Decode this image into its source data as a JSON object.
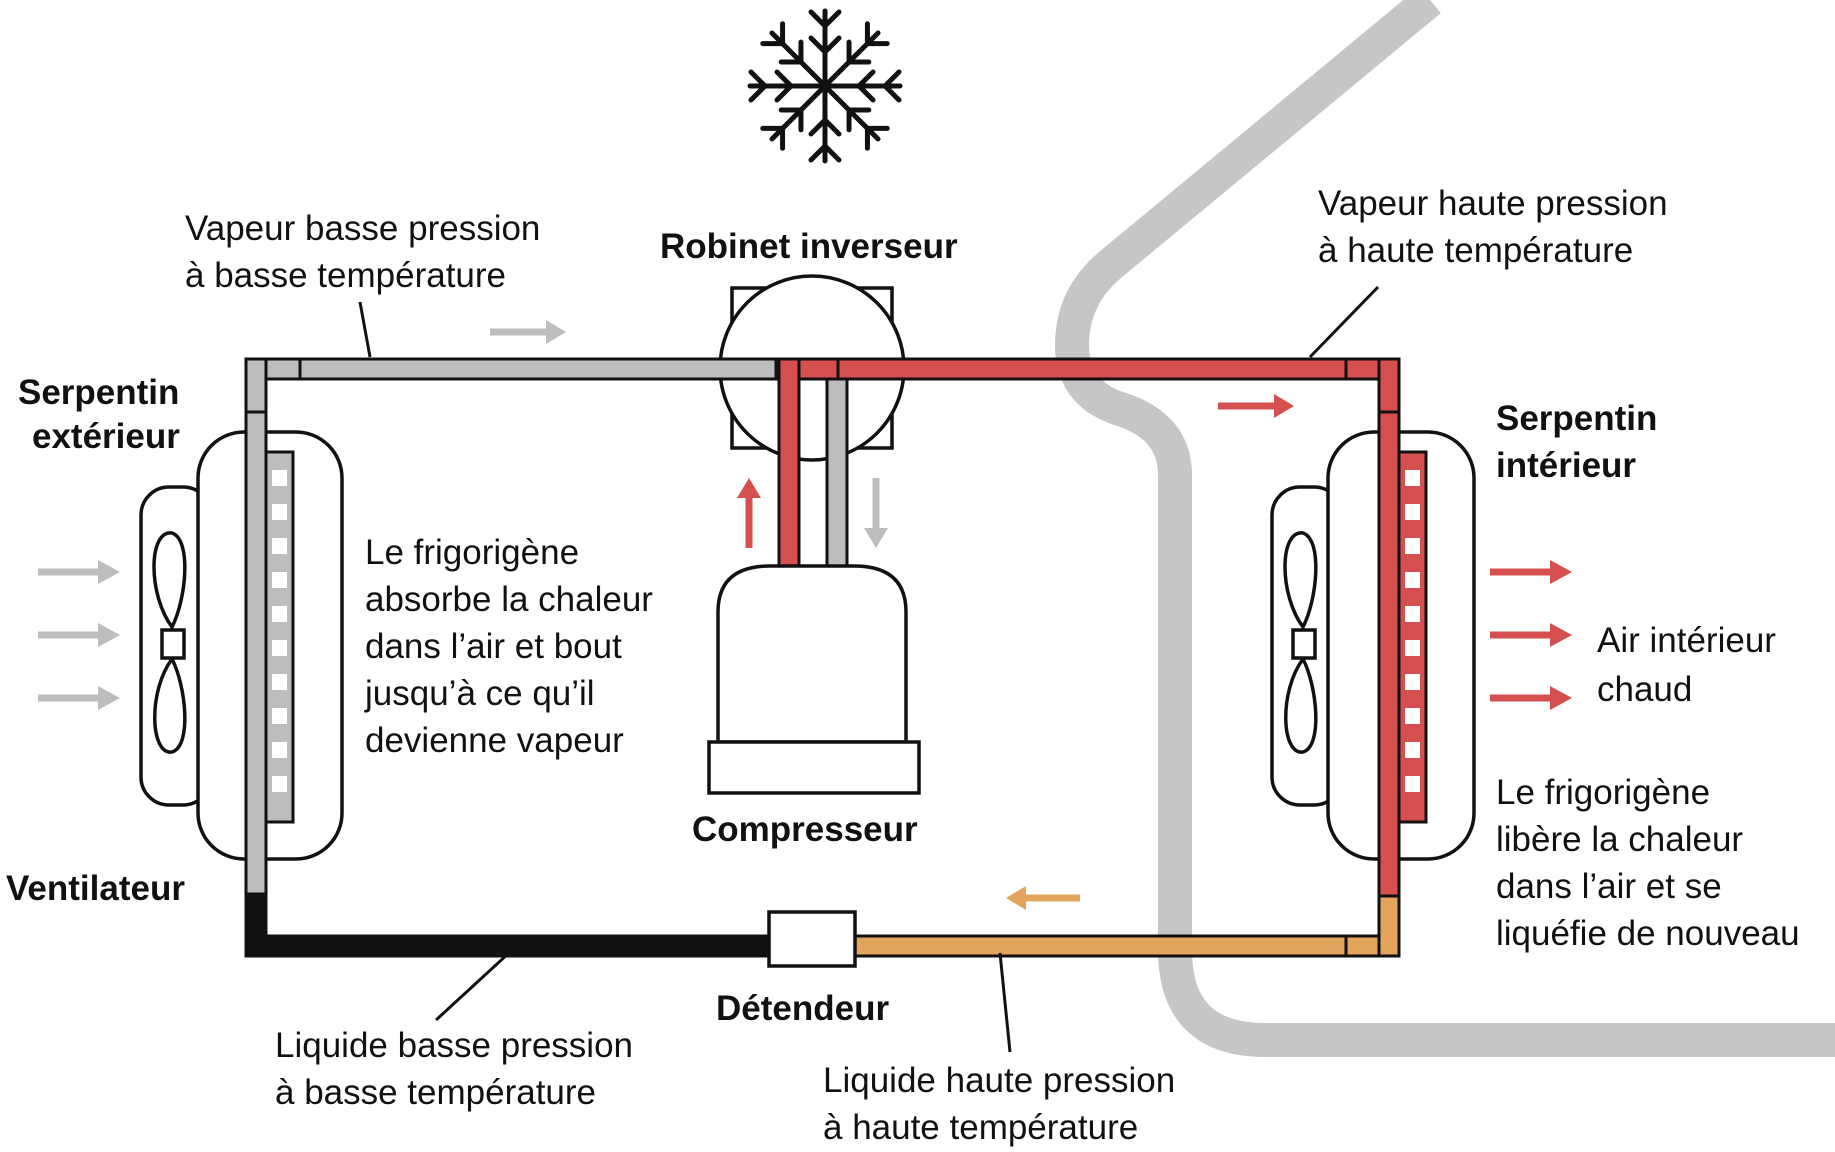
{
  "colors": {
    "hot": "#d64f4f",
    "cold": "#bdbdc0",
    "warm": "#e3a55d",
    "dark": "#111111",
    "house": "#c6c6c8"
  },
  "icons": {
    "top": "snowflake-icon",
    "fan": "fan-icon"
  },
  "labels": {
    "low_vapor_line1": "Vapeur basse pression",
    "low_vapor_line2": "à basse température",
    "reversing_valve": "Robinet inverseur",
    "high_vapor_line1": "Vapeur haute pression",
    "high_vapor_line2": "à haute température",
    "outdoor_coil_line1": "Serpentin",
    "outdoor_coil_line2": "extérieur",
    "indoor_coil_line1": "Serpentin",
    "indoor_coil_line2": "intérieur",
    "absorb_line1": "Le frigorigène",
    "absorb_line2": "absorbe la chaleur",
    "absorb_line3": "dans l’air et bout",
    "absorb_line4": "jusqu’à ce qu’il",
    "absorb_line5": "devienne vapeur",
    "compressor": "Compresseur",
    "warm_air_line1": "Air intérieur",
    "warm_air_line2": "chaud",
    "release_line1": "Le frigorigène",
    "release_line2": "libère la chaleur",
    "release_line3": "dans l’air et se",
    "release_line4": "liquéfie de nouveau",
    "fan": "Ventilateur",
    "expansion_valve": "Détendeur",
    "low_liquid_line1": "Liquide basse pression",
    "low_liquid_line2": "à basse température",
    "high_liquid_line1": "Liquide haute pression",
    "high_liquid_line2": "à haute température"
  }
}
